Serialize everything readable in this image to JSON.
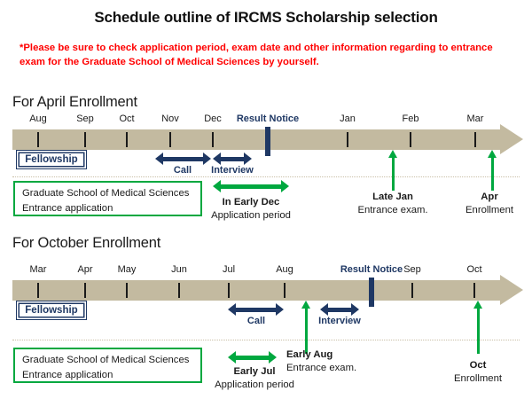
{
  "title": "Schedule outline of IRCMS Scholarship selection",
  "warning": "*Please be sure to check application period, exam date and other information regarding to entrance exam for the Graduate School of Medical Sciences by yourself.",
  "colors": {
    "timeline_bar": "#c3baa0",
    "navy": "#1f3864",
    "green": "#00a83f",
    "warning_red": "#ff0000",
    "text": "#1a1a1a"
  },
  "sections": [
    {
      "heading": "For April Enrollment",
      "months": [
        "Aug",
        "Sep",
        "Oct",
        "Nov",
        "Dec",
        "Jan",
        "Feb",
        "Mar"
      ],
      "result_notice": "Result Notice",
      "fellowship": "Fellowship",
      "application_box_line1": "Graduate School of Medical Sciences",
      "application_box_line2": "Entrance application",
      "call_label": "Call",
      "interview_label": "Interview",
      "events": [
        {
          "top": "In Early Dec",
          "sub": "Application period"
        },
        {
          "top": "Late Jan",
          "sub": "Entrance exam."
        },
        {
          "top": "Apr",
          "sub": "Enrollment"
        }
      ]
    },
    {
      "heading": "For October Enrollment",
      "months": [
        "Mar",
        "Apr",
        "May",
        "Jun",
        "Jul",
        "Aug",
        "Sep",
        "Oct"
      ],
      "result_notice": "Result Notice",
      "fellowship": "Fellowship",
      "application_box_line1": "Graduate School of Medical Sciences",
      "application_box_line2": "Entrance application",
      "call_label": "Call",
      "interview_label": "Interview",
      "events": [
        {
          "top": "Early Jul",
          "sub": "Application period"
        },
        {
          "top": "Early Aug",
          "sub": "Entrance exam."
        },
        {
          "top": "Oct",
          "sub": "Enrollment"
        }
      ]
    }
  ]
}
